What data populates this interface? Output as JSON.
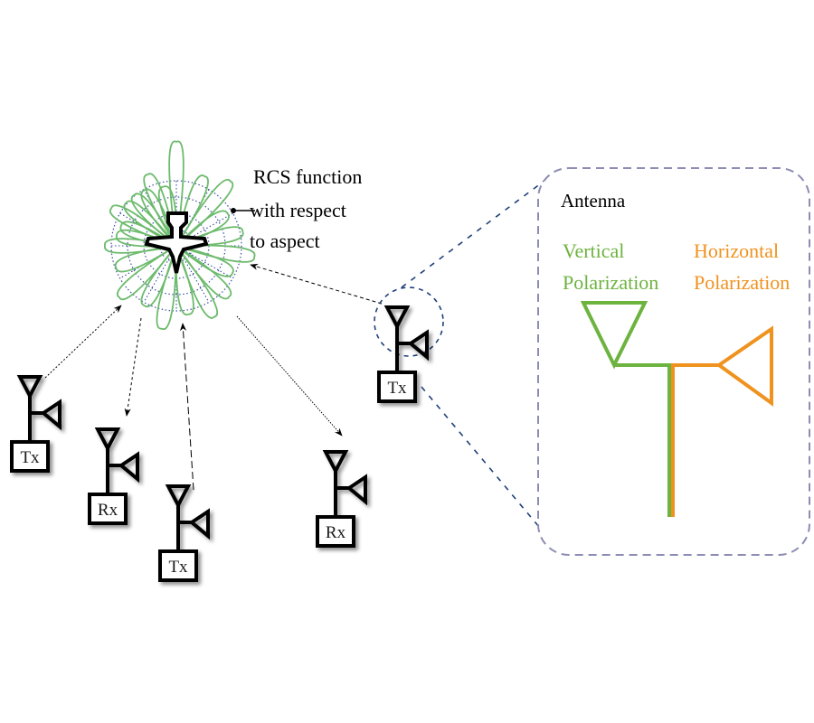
{
  "diagram": {
    "rcs_label": {
      "lines": [
        "RCS function",
        "with respect",
        "to aspect"
      ]
    },
    "zoom_panel": {
      "title": "Antenna",
      "vertical": {
        "lines": [
          "Vertical",
          "Polarization"
        ],
        "color": "#6db33f"
      },
      "horizontal": {
        "lines": [
          "Horizontal",
          "Polarization"
        ],
        "color": "#f0921e"
      },
      "border_color": "#8c8cb4"
    },
    "connector_color": "#1f3f7a",
    "rcs_pattern": {
      "lobe_color": "#6dbb6d",
      "grid_color": "#3b4fa0",
      "target_icon": "aircraft-icon"
    },
    "stations": [
      {
        "id": "tx-left",
        "label": "Tx",
        "type": "transmitter"
      },
      {
        "id": "rx-left",
        "label": "Rx",
        "type": "receiver"
      },
      {
        "id": "tx-bottom",
        "label": "Tx",
        "type": "transmitter"
      },
      {
        "id": "rx-right",
        "label": "Rx",
        "type": "receiver"
      },
      {
        "id": "tx-highlighted",
        "label": "Tx",
        "type": "transmitter"
      }
    ]
  }
}
